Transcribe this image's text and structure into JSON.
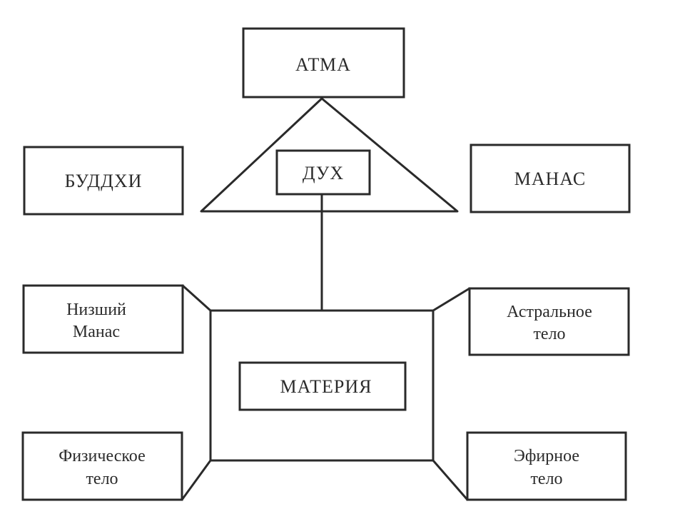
{
  "diagram": {
    "type": "hierarchy",
    "line_color": "#2a2a2a",
    "text_color": "#2b2b2b",
    "nodes": {
      "atma": {
        "label": "АТМА"
      },
      "dukh": {
        "label": "ДУХ"
      },
      "buddhi": {
        "label": "БУДДХИ"
      },
      "manas": {
        "label": "МАНАС"
      },
      "materiya": {
        "label": "МАТЕРИЯ"
      },
      "lower_manas": {
        "lines": [
          "Низший",
          "Манас"
        ]
      },
      "astral_body": {
        "lines": [
          "Астральное",
          "тело"
        ]
      },
      "physical_body": {
        "lines": [
          "Физическое",
          "тело"
        ]
      },
      "etheric_body": {
        "lines": [
          "Эфирное",
          "тело"
        ]
      }
    },
    "edges": [
      {
        "from": "atma",
        "to": "dukh",
        "kind": "triangle"
      },
      {
        "from": "dukh",
        "to": "materiya",
        "kind": "line"
      },
      {
        "from": "materiya",
        "to": "lower_manas",
        "kind": "corner-link"
      },
      {
        "from": "materiya",
        "to": "astral_body",
        "kind": "corner-link"
      },
      {
        "from": "materiya",
        "to": "physical_body",
        "kind": "corner-link"
      },
      {
        "from": "materiya",
        "to": "etheric_body",
        "kind": "corner-link"
      }
    ]
  }
}
